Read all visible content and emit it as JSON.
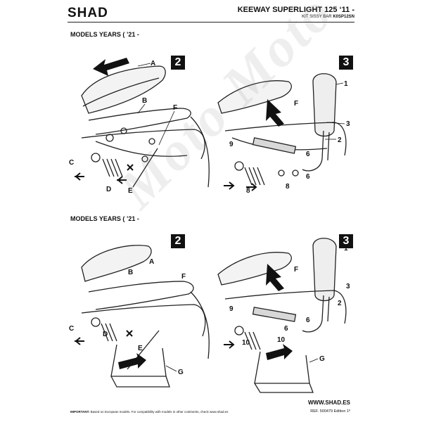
{
  "header": {
    "brand": "SHAD",
    "title": "KEEWAY SUPERLIGHT 125 ‘11 -",
    "subtitle_prefix": "KIT SISSY BAR",
    "subtitle_code": "K0SP12SN"
  },
  "sections": [
    {
      "heading": "MODELS YEARS ( ’21 -",
      "left_step": "2",
      "right_step": "3"
    },
    {
      "heading": "MODELS YEARS ( ’21 -",
      "left_step": "2",
      "right_step": "3"
    }
  ],
  "callouts": {
    "letters": {
      "A": "A",
      "B": "B",
      "C": "C",
      "D": "D",
      "E": "E",
      "F": "F",
      "G": "G"
    },
    "numbers": {
      "n1": "1",
      "n2": "2",
      "n3": "3",
      "n6": "6",
      "n8": "8",
      "n9": "9",
      "n10": "10"
    }
  },
  "watermark": "Moto Moto",
  "footer": {
    "website": "WWW.SHAD.ES",
    "ref": "REF. 500479 Edition 1º",
    "important_label": "IMPORTANT:",
    "important_text": " Based on European models. For compatibility with models in other continents, check www.shad.es"
  }
}
